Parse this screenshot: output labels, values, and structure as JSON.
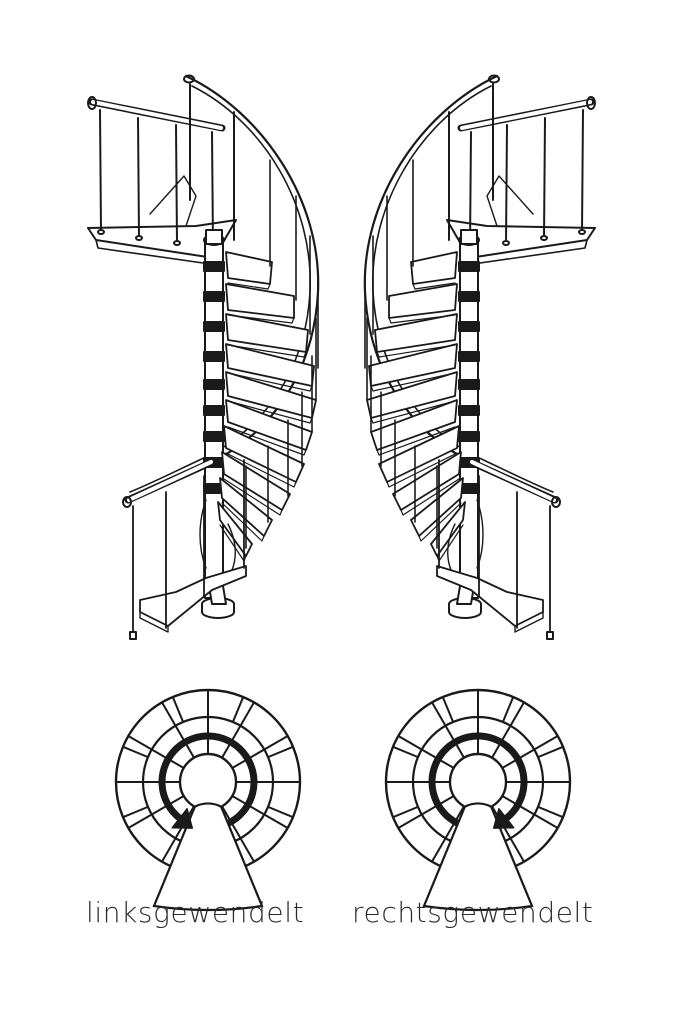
{
  "labels": {
    "left": "linksgewendelt",
    "right": "rechtsgewendelt"
  },
  "style": {
    "line_color": "#1a1a1a",
    "background": "#ffffff"
  },
  "icons": {
    "left_stair": "spiral-staircase-left-turning-icon",
    "right_stair": "spiral-staircase-right-turning-icon",
    "left_plan": "stair-plan-counterclockwise-icon",
    "right_plan": "stair-plan-clockwise-icon"
  },
  "plan": {
    "ring_segments": 12,
    "inner_segments": 8
  }
}
